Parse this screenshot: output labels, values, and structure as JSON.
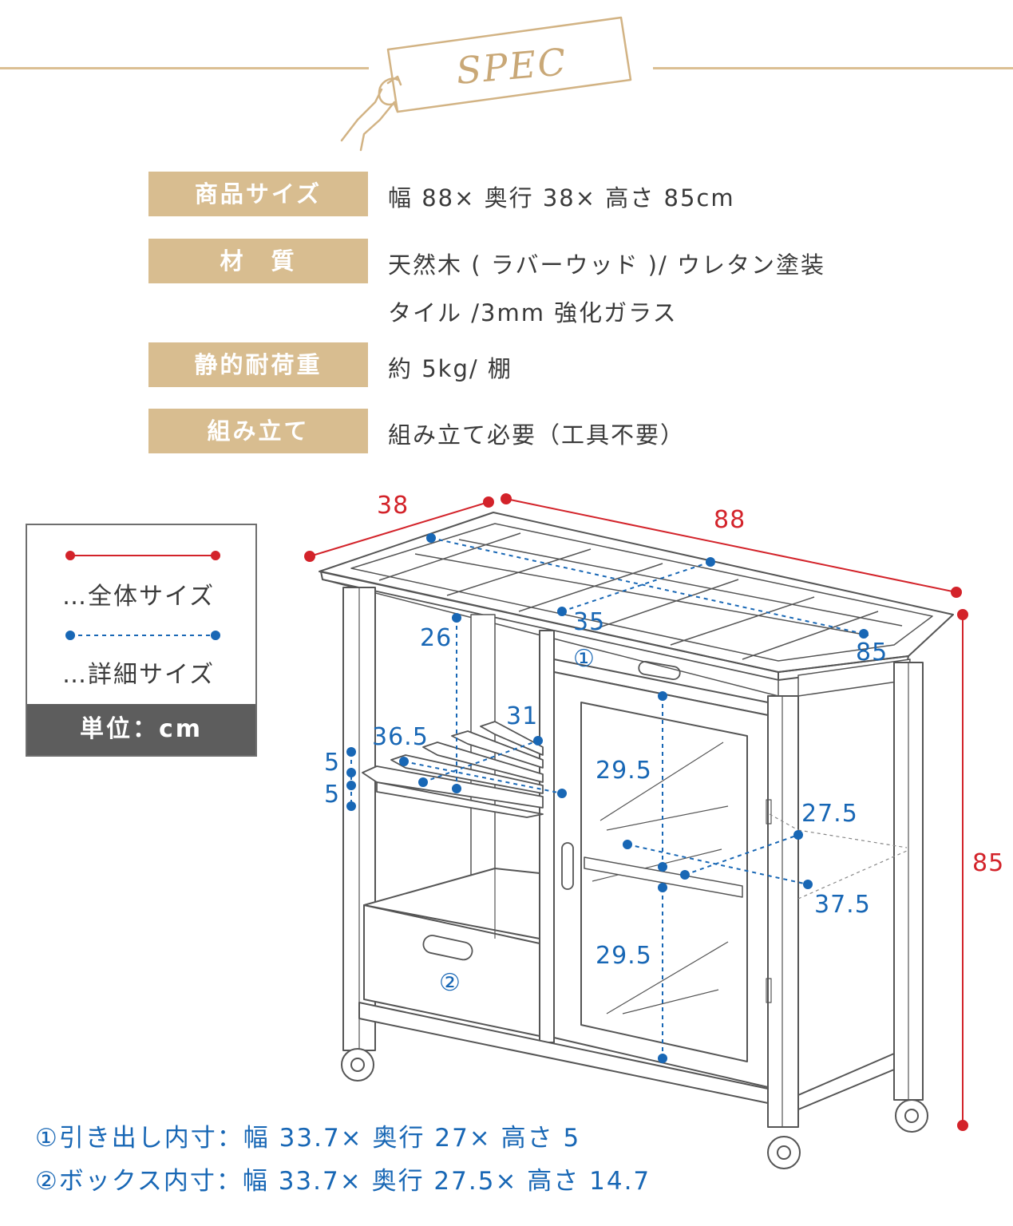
{
  "header": {
    "title": "SPEC"
  },
  "spec": {
    "rows": [
      {
        "label": "商品サイズ",
        "values": [
          "幅 88× 奥行 38× 高さ 85cm"
        ]
      },
      {
        "label": "材　質",
        "values": [
          "天然木 ( ラバーウッド )/ ウレタン塗装",
          "タイル /3mm 強化ガラス"
        ]
      },
      {
        "label": "静的耐荷重",
        "values": [
          "約 5kg/ 棚"
        ]
      },
      {
        "label": "組み立て",
        "values": [
          "組み立て必要（工具不要）"
        ]
      }
    ]
  },
  "legend": {
    "overall": "…全体サイズ",
    "detail": "…詳細サイズ",
    "unit": "単位：cm",
    "overall_color": "#d3232a",
    "detail_color": "#1867b5"
  },
  "dimensions": {
    "overall": {
      "depth": "38",
      "width": "88",
      "height": "85"
    },
    "detail": {
      "top_depth": "35",
      "top_width": "85",
      "shelf_height": "26",
      "slat_depth": "31",
      "slat_width": "36.5",
      "gap_top": "5",
      "gap_bottom": "5",
      "cabinet_upper_height": "29.5",
      "cabinet_lower_height": "29.5",
      "shelf_inner_depth": "27.5",
      "shelf_inner_width": "37.5",
      "drawer_marker": "①",
      "box_marker": "②"
    }
  },
  "notes": {
    "drawer": "①引き出し内寸：幅 33.7× 奥行 27× 高さ 5",
    "box": "②ボックス内寸：幅 33.7× 奥行 27.5× 高さ 14.7"
  }
}
